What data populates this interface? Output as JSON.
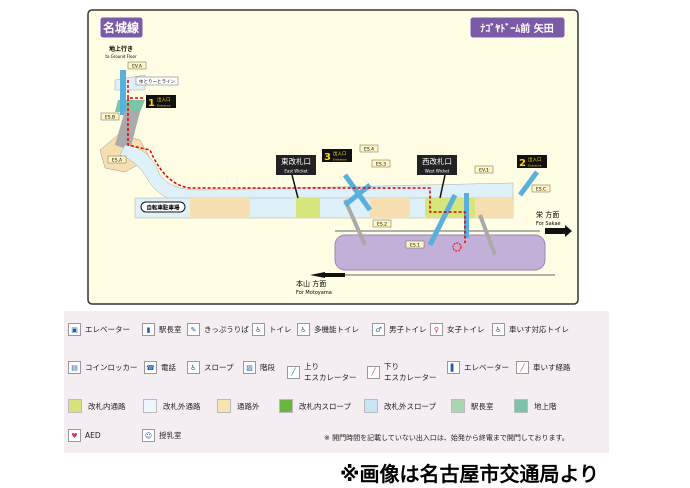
{
  "map": {
    "line_name": "名城線",
    "station_name": "ﾅｺﾞﾔﾄﾞｰﾑ前 矢田",
    "ground_label": "地上行き",
    "ground_label_en": "to Ground Floor",
    "yutori_label": "ゆとりーとライン",
    "exit1": "1",
    "exit2": "2",
    "exit3": "3",
    "exit_label": "出入口",
    "exit_label_en": "Entrance",
    "east_wicket": "東改札口",
    "east_wicket_en": "East Wicket",
    "west_wicket": "西改札口",
    "west_wicket_en": "West Wicket",
    "bicycle_parking": "自転車駐車場",
    "ev_a": "EV.A",
    "ev_1": "EV.1",
    "es_a": "ES.A",
    "es_b": "ES.B",
    "es_c": "ES.C",
    "es_1": "ES.1",
    "es_2": "ES.2",
    "es_3": "ES.3",
    "es_4": "ES.4",
    "sakae": "栄 方面",
    "sakae_en": "For Sakae",
    "motoyama": "本山 方面",
    "motoyama_en": "For Motoyama",
    "colors": {
      "line": "#7b5aa6",
      "platform": "#c3b0d8",
      "corridor": "#dff1f8",
      "background": "#fffde3",
      "in_gate": "#d7e67a",
      "out_area": "#f7deb0",
      "route": "#e00000"
    }
  },
  "legend": {
    "icons": [
      {
        "icon": "elevator-icon",
        "label": "エレベーター"
      },
      {
        "icon": "station-office-icon",
        "label": "駅長室"
      },
      {
        "icon": "ticket-icon",
        "label": "きっぷうりば"
      },
      {
        "icon": "toilet-icon",
        "label": "トイレ"
      },
      {
        "icon": "multipurpose-toilet-icon",
        "label": "多機能トイレ"
      },
      {
        "icon": "male-toilet-icon",
        "label": "男子トイレ"
      },
      {
        "icon": "female-toilet-icon",
        "label": "女子トイレ"
      },
      {
        "icon": "wheelchair-toilet-icon",
        "label": "車いす対応トイレ"
      },
      {
        "icon": "coin-locker-icon",
        "label": "コインロッカー"
      },
      {
        "icon": "phone-icon",
        "label": "電話"
      },
      {
        "icon": "slope-icon",
        "label": "スロープ"
      },
      {
        "icon": "stairs-icon",
        "label": "階段"
      },
      {
        "icon": "up-escalator-icon",
        "label": "上り\nエスカレーター"
      },
      {
        "icon": "down-escalator-icon",
        "label": "下り\nエスカレーター"
      },
      {
        "icon": "elevator-shaft-icon",
        "label": "エレベーター"
      },
      {
        "icon": "wheelchair-route-icon",
        "label": "車いす経路"
      }
    ],
    "areas": [
      {
        "label": "改札内通路",
        "color": "#d9e27a"
      },
      {
        "label": "改札外通路",
        "color": "#eef6fb"
      },
      {
        "label": "通路外",
        "color": "#f9e2b4"
      },
      {
        "label": "改札内スロープ",
        "color": "#6cb53f"
      },
      {
        "label": "改札外スロープ",
        "color": "#c8e6f4"
      },
      {
        "label": "駅長室",
        "color": "#a9d6b0"
      },
      {
        "label": "地上階",
        "color": "#7fc2aa"
      }
    ],
    "extra": [
      {
        "icon": "aed-icon",
        "label": "AED"
      },
      {
        "icon": "nursing-room-icon",
        "label": "授乳室"
      }
    ],
    "note": "※ 開門時間を記載していない出入口は、始発から終電まで開門しております。"
  },
  "credit": "※画像は名古屋市交通局より"
}
